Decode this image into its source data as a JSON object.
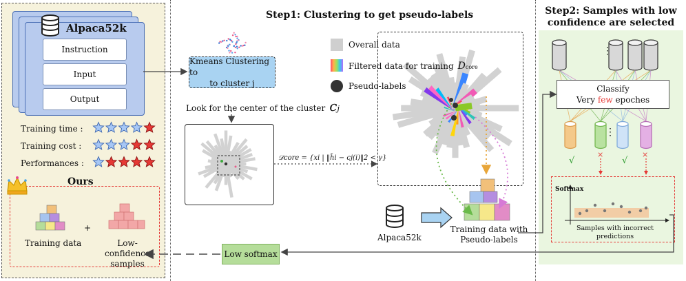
{
  "left_panel": {
    "dataset_title": "Alpaca52k",
    "fields": [
      "Instruction",
      "Input",
      "Output"
    ],
    "ratings": [
      {
        "label": "Training time :",
        "blue": 4,
        "red": 1
      },
      {
        "label": "Training cost :",
        "blue": 3,
        "red": 2
      },
      {
        "label": "Performances :",
        "blue": 1,
        "red": 4
      }
    ],
    "ours_title": "Ours",
    "training_data_label": "Training data",
    "plus": "+",
    "low_conf_label_1": "Low-confidence",
    "low_conf_label_2": "samples"
  },
  "step1": {
    "title": "Step1: Clustering to get pseudo-labels",
    "kmeans_line1": "Kmeans Clustering to",
    "kmeans_line2": "to cluster j",
    "center_text": "Look for the center of the cluster",
    "center_symbol": "c",
    "center_sub": "j",
    "legend": {
      "overall": "Overall data",
      "filtered": "Filtered data for training",
      "filtered_sym": "D",
      "filtered_sub": "core",
      "pseudo": "Pseudo-labels"
    },
    "formula": "𝒟core = {xi | ‖h̃i − cj(i)‖2 < γ}",
    "alpaca_label": "Alpaca52k",
    "training_pseudo_1": "Training data with",
    "training_pseudo_2": "Pseudo-labels"
  },
  "step2": {
    "title_1": "Step2: Samples with low",
    "title_2": "confidence are selected",
    "dots": "⋮",
    "classify": "Classify",
    "epochs_pre": "Very ",
    "epochs_few": "few",
    "epochs_post": " epoches",
    "marks": [
      "√",
      "×",
      "√",
      "×"
    ],
    "softmax": "Softmax",
    "incorrect_1": "Samples with incorrect",
    "incorrect_2": "predictions"
  },
  "low_softmax": "Low softmax",
  "colors": {
    "left_bg": "#f6f2dc",
    "right_bg": "#eaf6e0",
    "card_blue": "#b8cbee",
    "kmeans_blue": "#a9d3f2",
    "low_softmax_green": "#b5dd9a",
    "red": "#e53935",
    "star_blue": "#a7c7f5"
  }
}
